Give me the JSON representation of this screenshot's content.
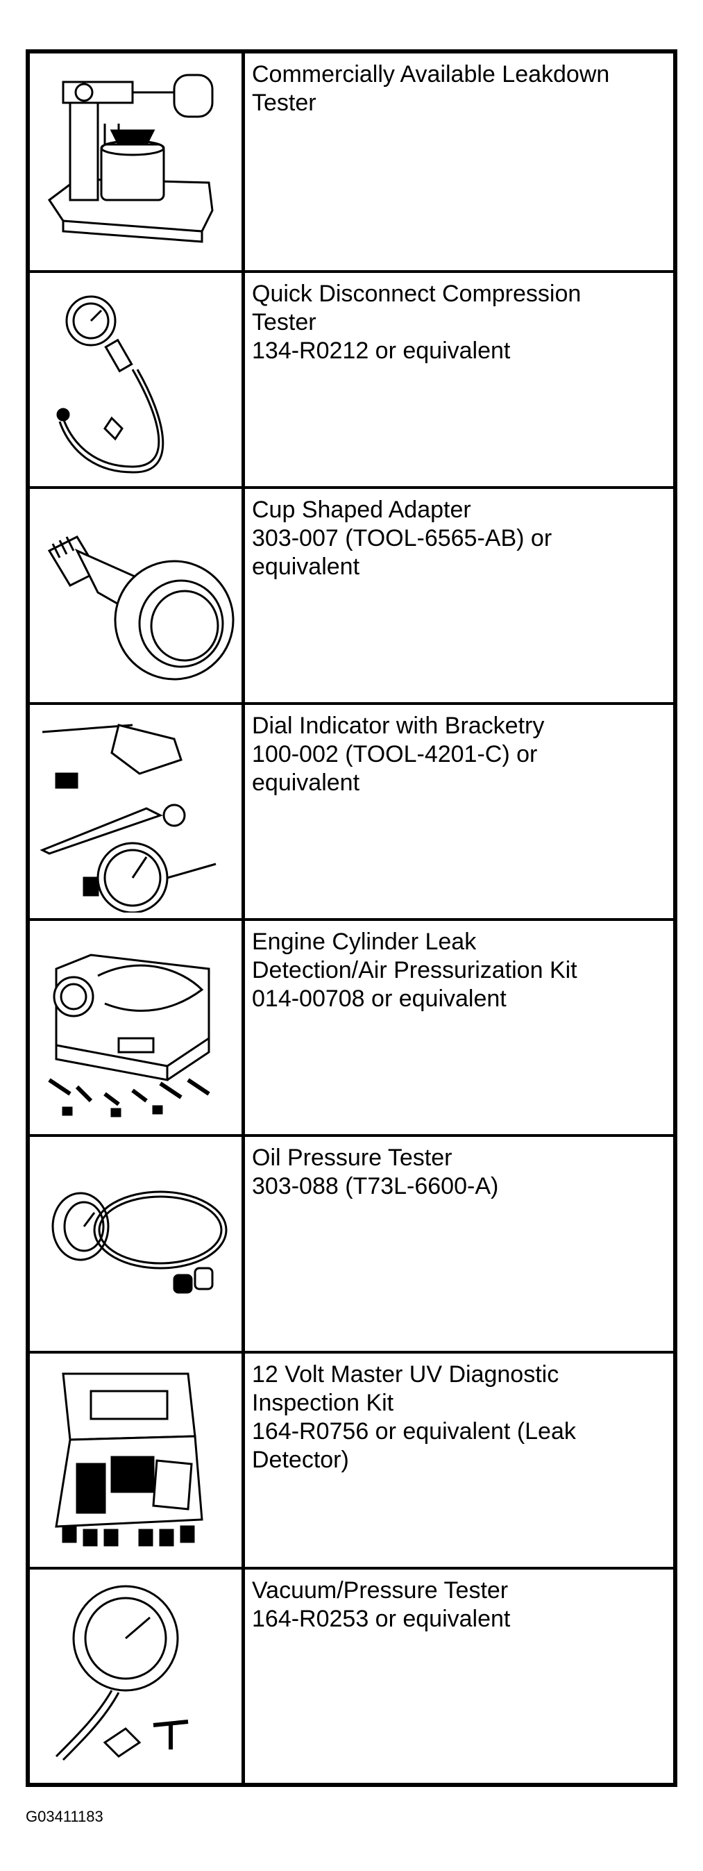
{
  "tools": [
    {
      "icon": "leakdown-tester-icon",
      "lines": [
        "Commercially Available Leakdown",
        "Tester"
      ]
    },
    {
      "icon": "compression-tester-icon",
      "lines": [
        "Quick Disconnect Compression",
        "Tester",
        "134-R0212 or equivalent"
      ]
    },
    {
      "icon": "cup-adapter-icon",
      "lines": [
        "Cup Shaped Adapter",
        "303-007 (TOOL-6565-AB) or",
        "equivalent"
      ]
    },
    {
      "icon": "dial-indicator-icon",
      "lines": [
        "Dial Indicator with Bracketry",
        "100-002 (TOOL-4201-C) or",
        "equivalent"
      ]
    },
    {
      "icon": "leak-detection-kit-icon",
      "lines": [
        "Engine Cylinder Leak",
        "Detection/Air Pressurization Kit",
        "014-00708 or equivalent"
      ]
    },
    {
      "icon": "oil-pressure-tester-icon",
      "lines": [
        "Oil Pressure Tester",
        "303-088 (T73L-6600-A)"
      ]
    },
    {
      "icon": "uv-inspection-kit-icon",
      "lines": [
        "12 Volt Master UV Diagnostic",
        "Inspection Kit",
        "164-R0756 or equivalent (Leak",
        "Detector)"
      ]
    },
    {
      "icon": "vacuum-pressure-tester-icon",
      "lines": [
        "Vacuum/Pressure Tester",
        "164-R0253 or equivalent"
      ]
    }
  ],
  "figure_id": "G03411183"
}
